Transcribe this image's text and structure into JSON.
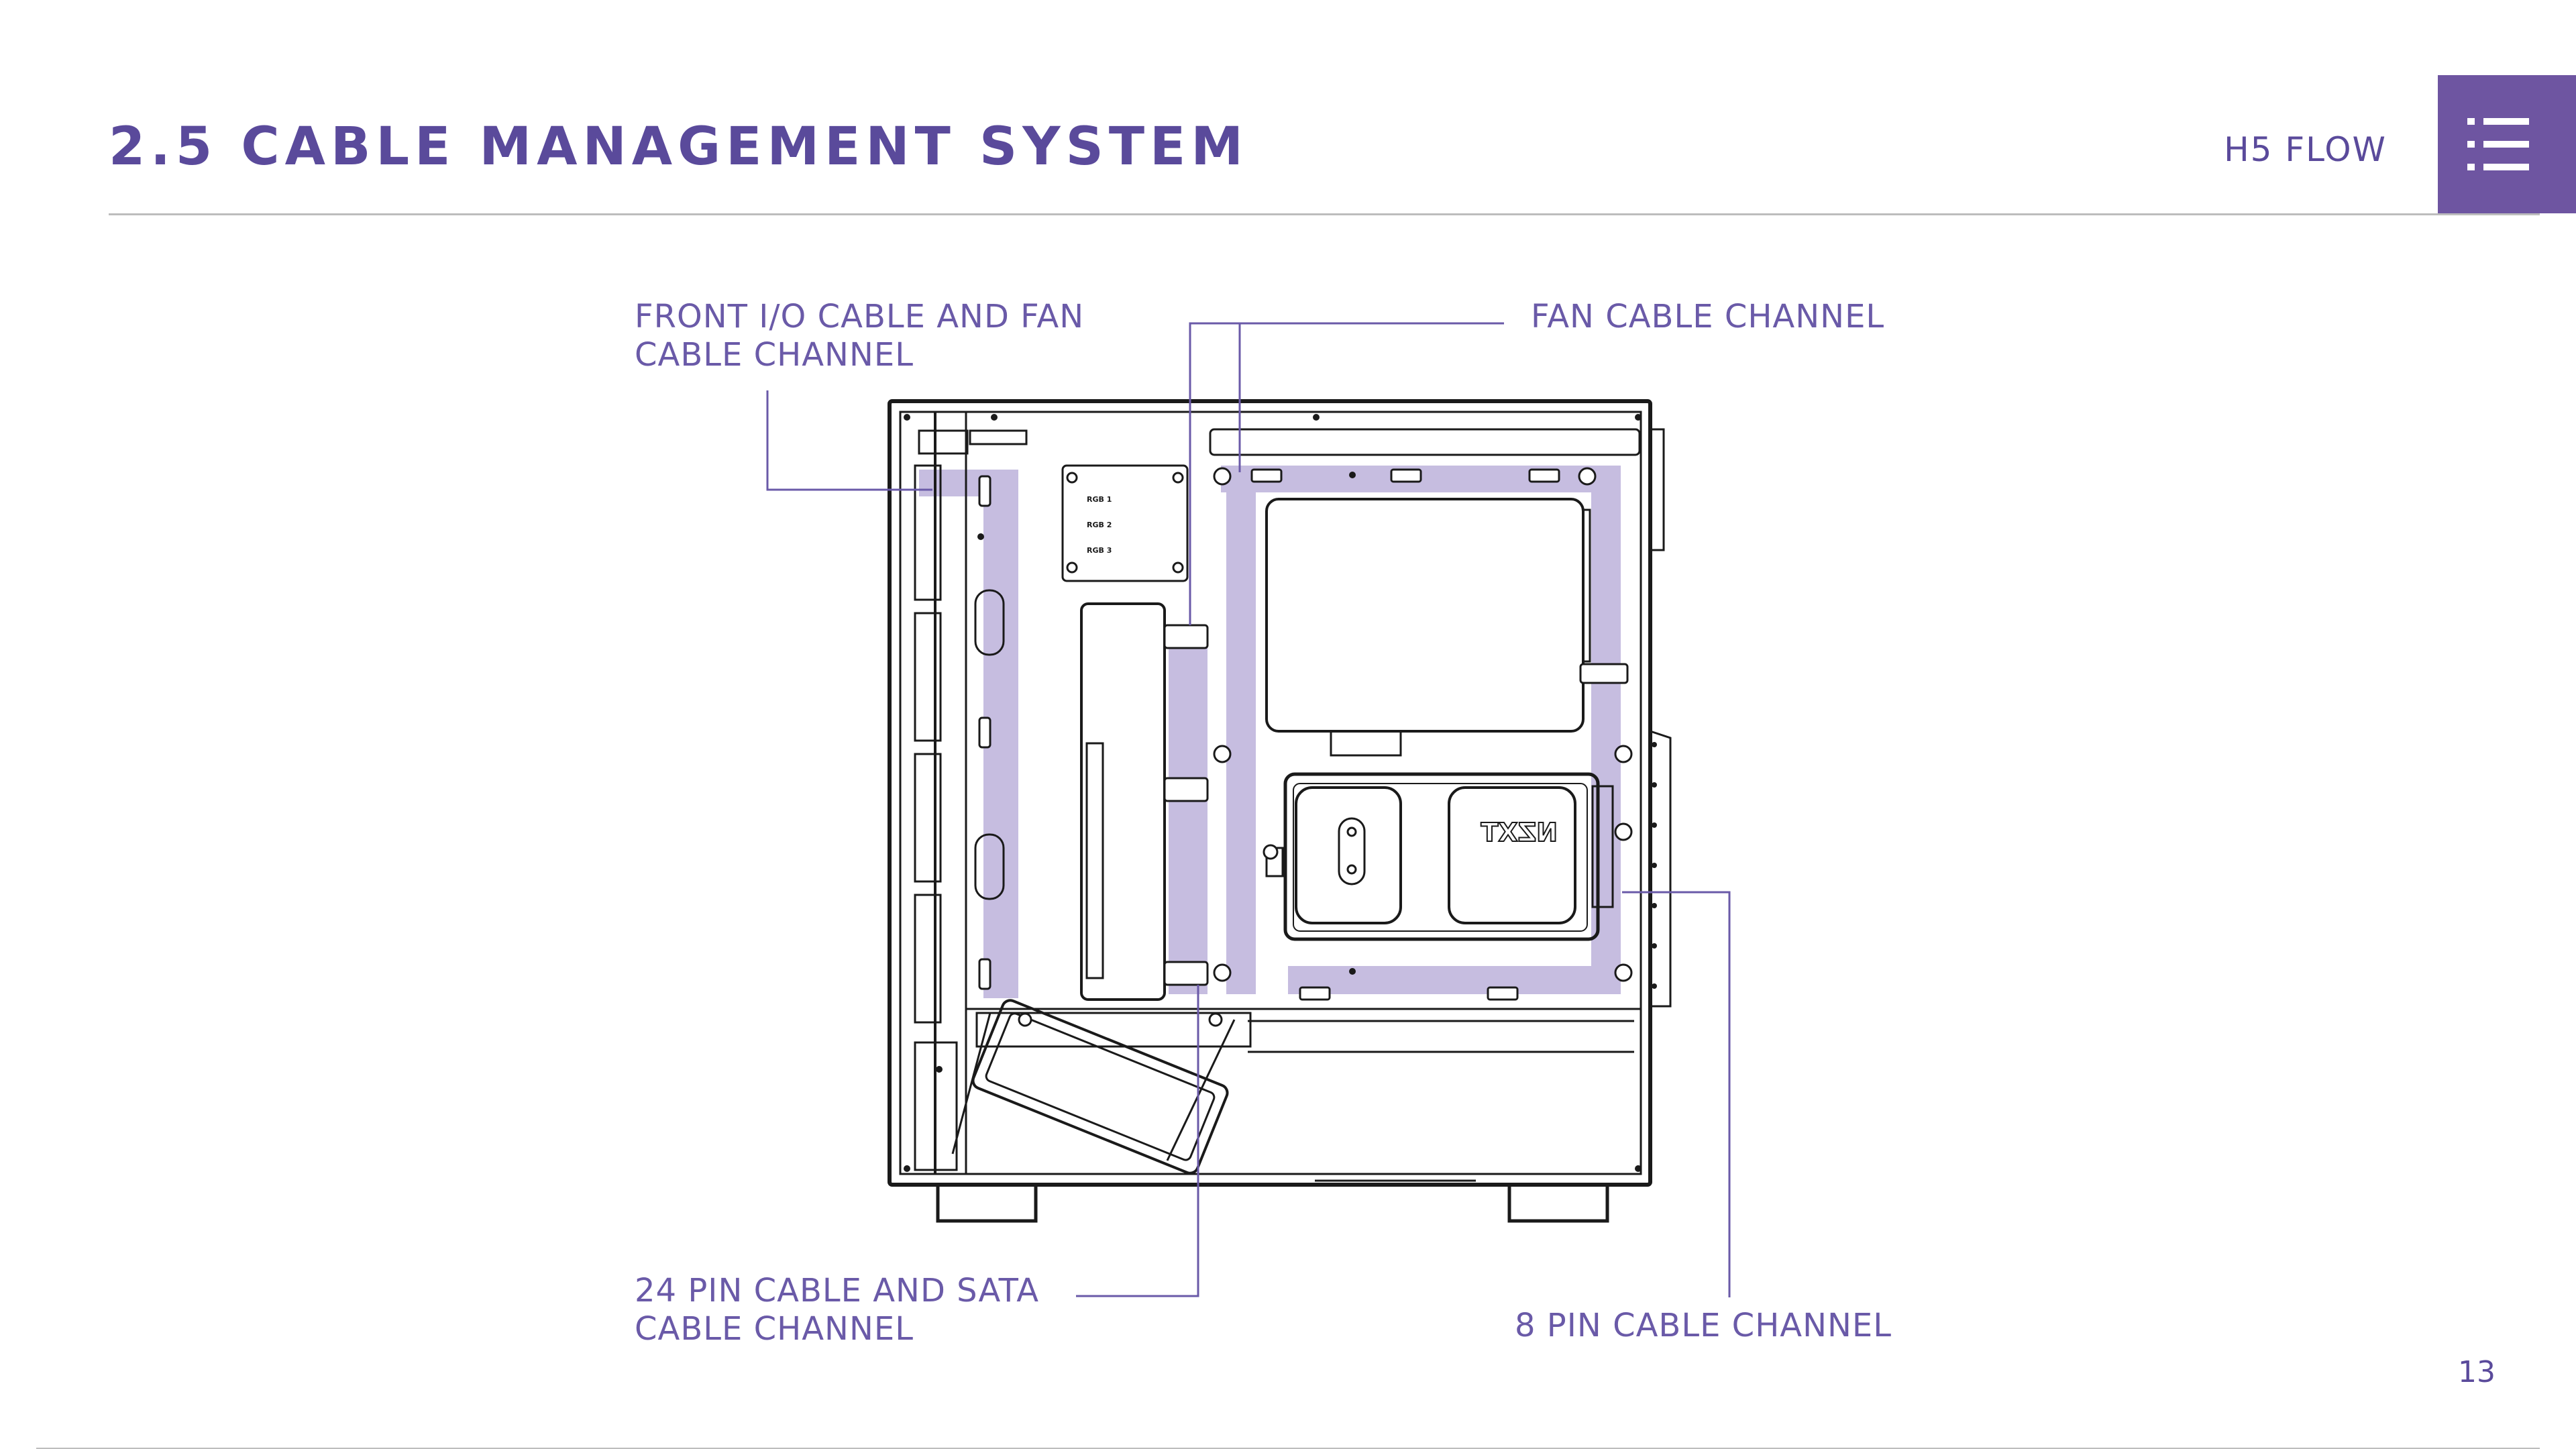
{
  "header": {
    "title": "2.5 CABLE MANAGEMENT SYSTEM",
    "product": "H5 FLOW",
    "menu_icon": "list-menu-icon"
  },
  "diagram": {
    "callouts": {
      "front_io": "FRONT I/O CABLE AND FAN\nCABLE CHANNEL",
      "fan": "FAN CABLE CHANNEL",
      "pin24": "24 PIN CABLE AND SATA\nCABLE CHANNEL",
      "pin8": "8 PIN CABLE CHANNEL"
    },
    "rgb_labels": [
      "RGB 1",
      "RGB 2",
      "RGB 3"
    ],
    "logo_text": "NZXT",
    "colors": {
      "channel_highlight": "#c6bde0",
      "outline": "#1a1a1a",
      "leader": "#6a5aa8",
      "accent": "#6e55a1"
    }
  },
  "footer": {
    "page_number": "13"
  }
}
